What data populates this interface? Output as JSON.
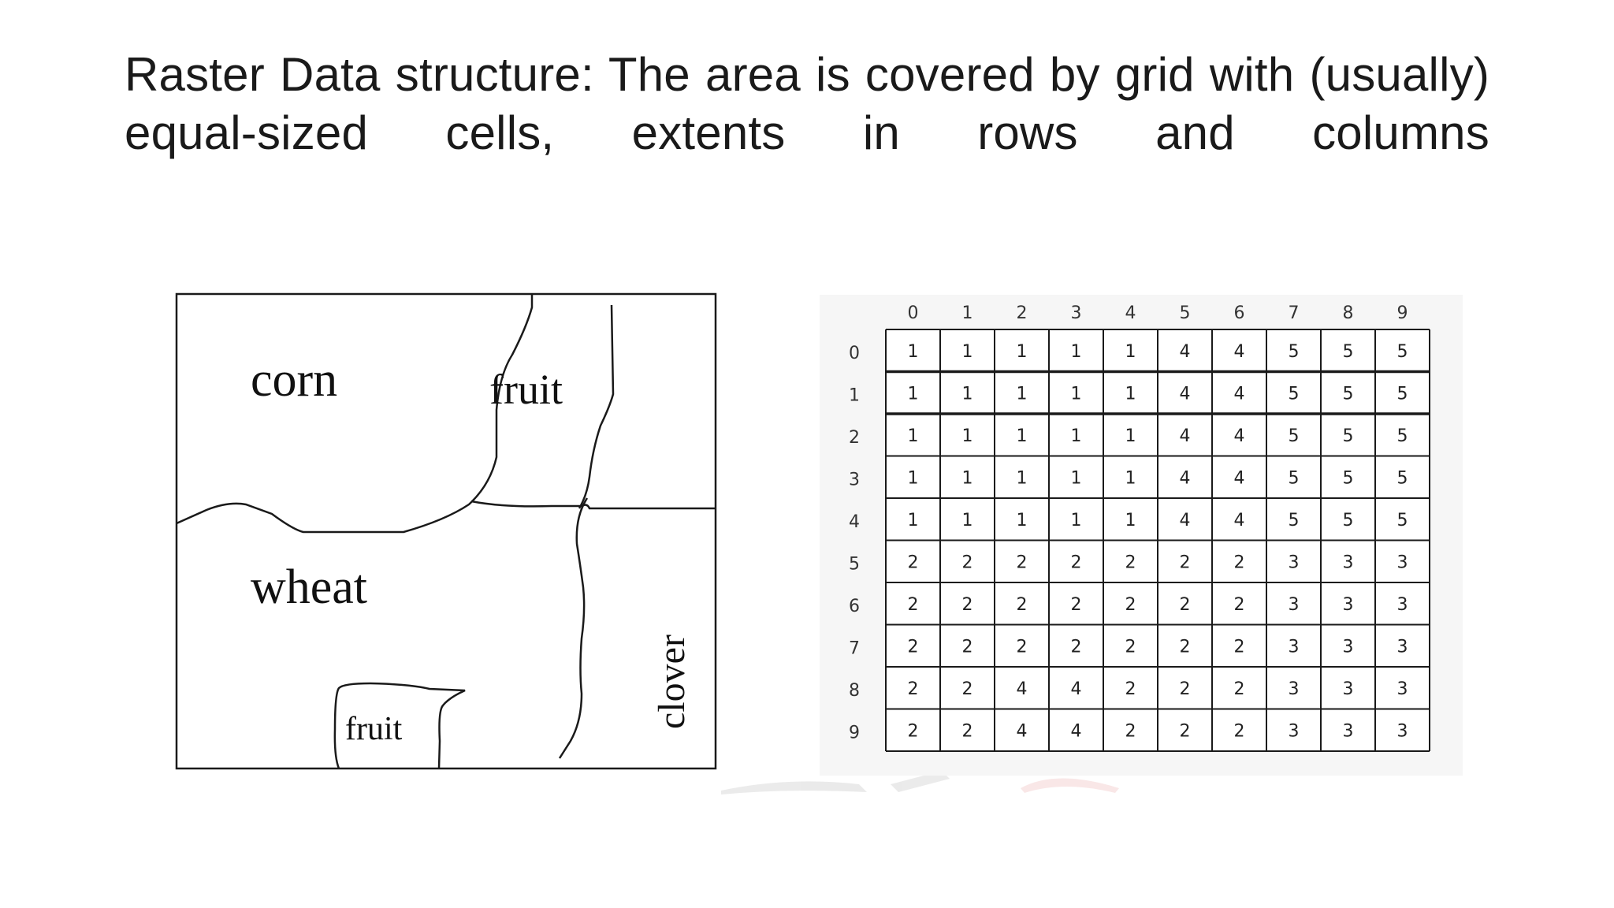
{
  "slide": {
    "title_line1": "Raster Data structure: The area is covered by grid with (usually)",
    "title_line2_words": [
      "equal-sized",
      "cells,",
      "extents",
      "in",
      "rows",
      "and",
      "columns"
    ]
  },
  "vector_map": {
    "labels": {
      "corn": "corn",
      "fruit_top": "fruit",
      "wheat": "wheat",
      "fruit_bottom": "fruit",
      "clover": "clover"
    }
  },
  "raster_grid": {
    "column_headers": [
      "0",
      "1",
      "2",
      "3",
      "4",
      "5",
      "6",
      "7",
      "8",
      "9"
    ],
    "row_headers": [
      "0",
      "1",
      "2",
      "3",
      "4",
      "5",
      "6",
      "7",
      "8",
      "9"
    ],
    "cells": [
      [
        "1",
        "1",
        "1",
        "1",
        "1",
        "4",
        "4",
        "5",
        "5",
        "5"
      ],
      [
        "1",
        "1",
        "1",
        "1",
        "1",
        "4",
        "4",
        "5",
        "5",
        "5"
      ],
      [
        "1",
        "1",
        "1",
        "1",
        "1",
        "4",
        "4",
        "5",
        "5",
        "5"
      ],
      [
        "1",
        "1",
        "1",
        "1",
        "1",
        "4",
        "4",
        "5",
        "5",
        "5"
      ],
      [
        "1",
        "1",
        "1",
        "1",
        "1",
        "4",
        "4",
        "5",
        "5",
        "5"
      ],
      [
        "2",
        "2",
        "2",
        "2",
        "2",
        "2",
        "2",
        "3",
        "3",
        "3"
      ],
      [
        "2",
        "2",
        "2",
        "2",
        "2",
        "2",
        "2",
        "3",
        "3",
        "3"
      ],
      [
        "2",
        "2",
        "2",
        "2",
        "2",
        "2",
        "2",
        "3",
        "3",
        "3"
      ],
      [
        "2",
        "2",
        "4",
        "4",
        "2",
        "2",
        "2",
        "3",
        "3",
        "3"
      ],
      [
        "2",
        "2",
        "4",
        "4",
        "2",
        "2",
        "2",
        "3",
        "3",
        "3"
      ]
    ]
  }
}
